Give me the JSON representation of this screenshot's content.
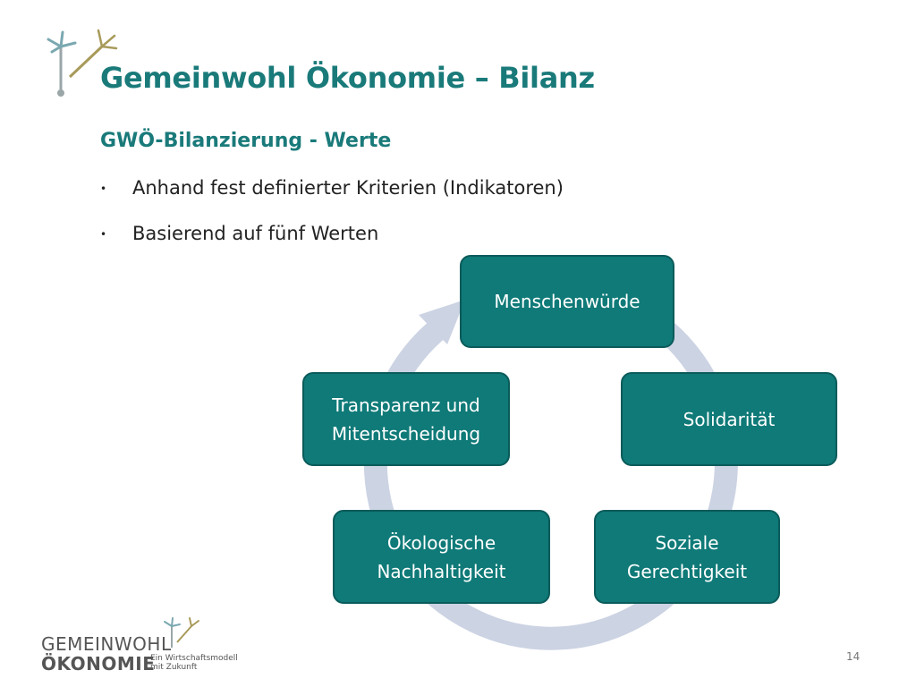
{
  "slide": {
    "title": "Gemeinwohl Ökonomie – Bilanz",
    "subtitle": "GWÖ-Bilanzierung  - Werte",
    "bullets": [
      "Anhand fest definierter Kriterien (Indikatoren)",
      "Basierend auf fünf Werten"
    ]
  },
  "diagram": {
    "type": "cycle",
    "values": [
      "Menschenwürde",
      "Solidarität",
      "Soziale\nGerechtigkeit",
      "Ökologische\nNachhaltigkeit",
      "Transparenz und\nMitentscheidung"
    ],
    "colors": {
      "node_fill": "#0f7a78",
      "node_border": "#0a5b5a",
      "cycle_arrow": "#ccd3e3"
    }
  },
  "footer": {
    "logo_line1": "GEMEINWOHL",
    "logo_line2": "ÖKONOMIE",
    "tagline": "Ein Wirtschaftsmodell\nmit Zukunft",
    "page_number": "14"
  },
  "icons": [
    "dandelion-logo-icon",
    "small-dandelion-logo-icon"
  ]
}
